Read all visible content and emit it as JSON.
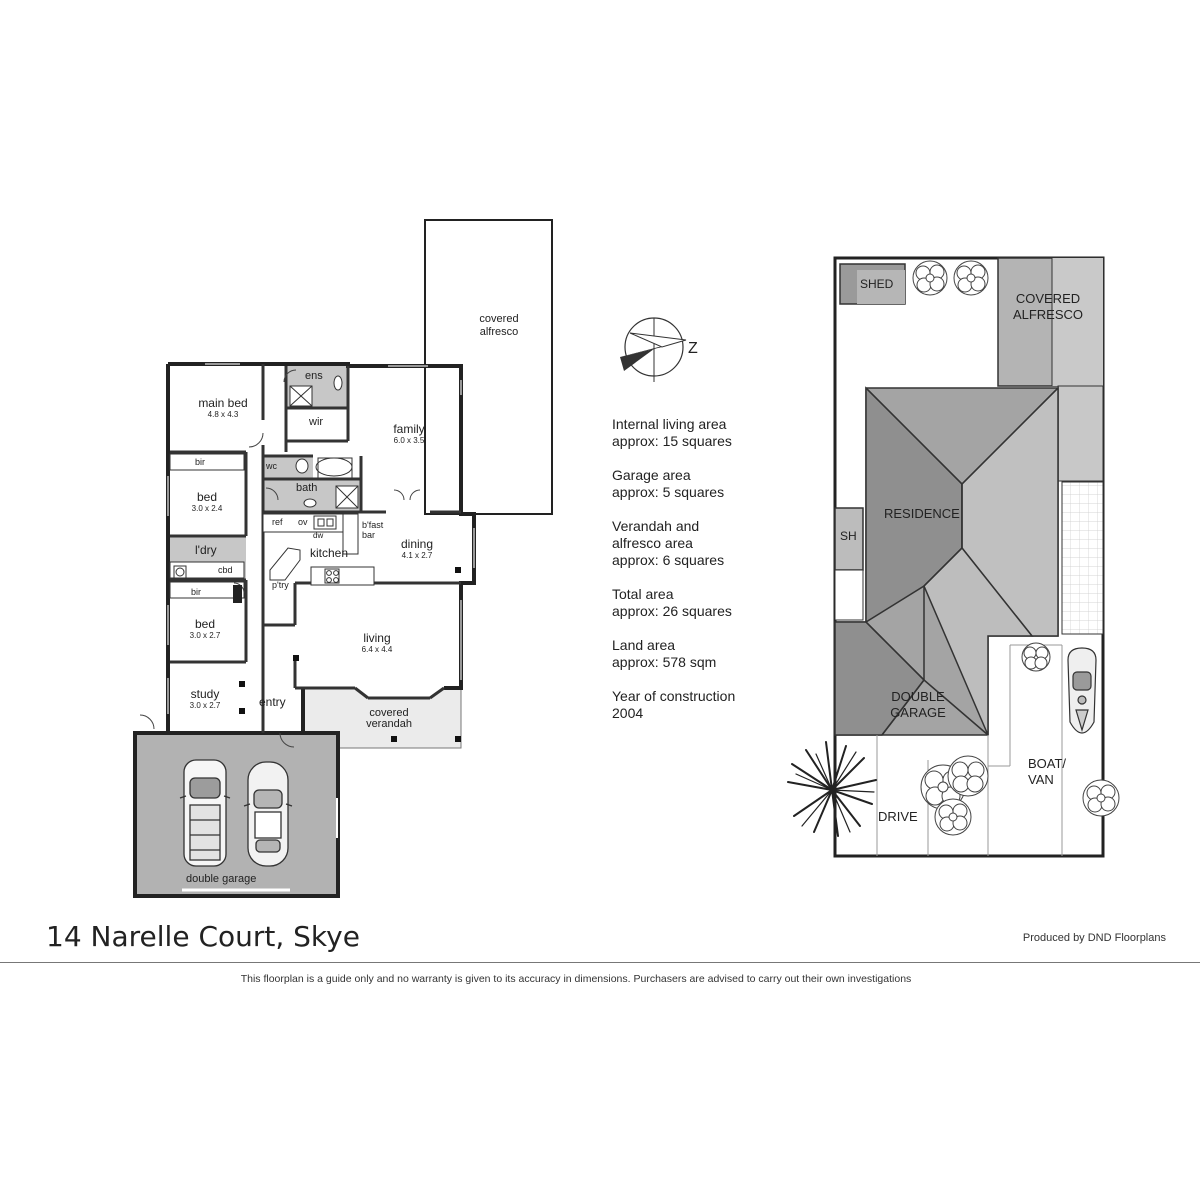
{
  "address": "14 Narelle Court, Skye",
  "credit": "Produced by DND Floorplans",
  "disclaimer": "This floorplan is a guide only and no warranty is given to  its accuracy in dimensions.  Purchasers are advised to carry out their own investigations",
  "compass": {
    "letter": "Z"
  },
  "stats": [
    {
      "label": "Internal living area",
      "value": "approx: 15 squares"
    },
    {
      "label": "Garage area",
      "value": "approx: 5 squares"
    },
    {
      "label": "Verandah and",
      "label2": "alfresco area",
      "value": "approx: 6 squares"
    },
    {
      "label": "Total area",
      "value": "approx: 26 squares"
    },
    {
      "label": "Land area",
      "value": "approx:  578 sqm"
    },
    {
      "label": "Year of construction",
      "value": "2004"
    }
  ],
  "rooms": {
    "covered_alfresco": {
      "line1": "covered",
      "line2": "alfresco"
    },
    "main_bed": {
      "name": "main bed",
      "dims": "4.8 x 4.3"
    },
    "ens": "ens",
    "wir": "wir",
    "family": {
      "name": "family",
      "dims": "6.0 x 3.5"
    },
    "bir1": "bir",
    "bed1": {
      "name": "bed",
      "dims": "3.0 x 2.4"
    },
    "wc": "wc",
    "bath": "bath",
    "ref": "ref",
    "ov": "ov",
    "dw": "dw",
    "bfast_bar": {
      "line1": "b'fast",
      "line2": "bar"
    },
    "dining": {
      "name": "dining",
      "dims": "4.1 x 2.7"
    },
    "ldry": "l'dry",
    "cbd": "cbd",
    "kitchen": "kitchen",
    "pantry": "p'try",
    "bir2": "bir",
    "bed2": {
      "name": "bed",
      "dims": "3.0 x 2.7"
    },
    "living": {
      "name": "living",
      "dims": "6.4 x 4.4"
    },
    "study": {
      "name": "study",
      "dims": "3.0 x 2.7"
    },
    "entry": "entry",
    "covered_verandah": {
      "line1": "covered",
      "line2": "verandah"
    },
    "double_garage": "double garage"
  },
  "site": {
    "shed": "SHED",
    "covered_alfresco": {
      "line1": "COVERED",
      "line2": "ALFRESCO"
    },
    "residence": "RESIDENCE",
    "sh": "SH",
    "double_garage": {
      "line1": "DOUBLE",
      "line2": "GARAGE"
    },
    "boat_van": {
      "line1": "BOAT/",
      "line2": "VAN"
    },
    "drive": "DRIVE"
  }
}
